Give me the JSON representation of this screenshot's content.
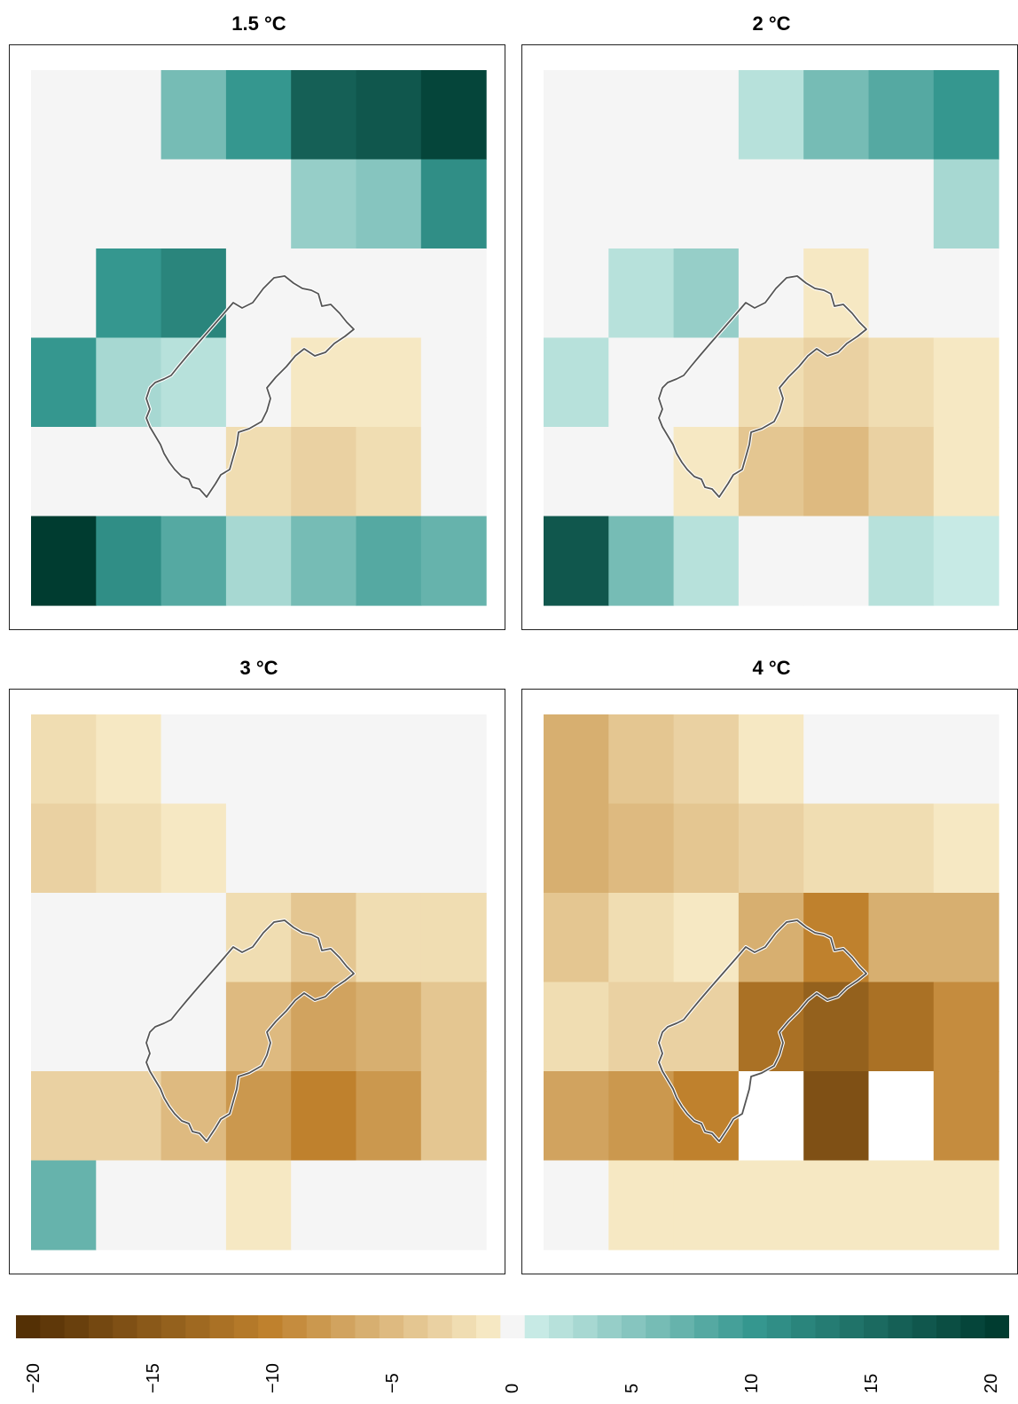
{
  "panels": [
    {
      "title": "1.5 °C",
      "grid": [
        [
          0,
          0,
          6,
          10,
          16,
          17,
          19
        ],
        [
          0,
          0,
          0,
          0,
          4,
          5,
          11
        ],
        [
          0,
          10,
          12,
          0,
          0,
          0,
          0
        ],
        [
          10,
          3,
          2,
          0,
          -1,
          -1,
          0
        ],
        [
          0,
          0,
          0,
          -2,
          -3,
          -2,
          0
        ],
        [
          20,
          11,
          8,
          3,
          6,
          8,
          7
        ]
      ]
    },
    {
      "title": "2 °C",
      "grid": [
        [
          0,
          0,
          0,
          2,
          6,
          8,
          10
        ],
        [
          0,
          0,
          0,
          0,
          0,
          0,
          3
        ],
        [
          0,
          2,
          4,
          0,
          -1,
          0,
          0
        ],
        [
          2,
          0,
          0,
          -2,
          -3,
          -2,
          -1
        ],
        [
          0,
          0,
          -1,
          -4,
          -5,
          -3,
          -1
        ],
        [
          17,
          6,
          2,
          0,
          0,
          2,
          1
        ]
      ]
    },
    {
      "title": "3 °C",
      "grid": [
        [
          -2,
          -1,
          0,
          0,
          0,
          0,
          0
        ],
        [
          -3,
          -2,
          -1,
          0,
          0,
          0,
          0
        ],
        [
          0,
          0,
          0,
          -2,
          -4,
          -2,
          -2
        ],
        [
          0,
          0,
          0,
          -5,
          -7,
          -6,
          -4
        ],
        [
          -3,
          -3,
          -5,
          -8,
          -10,
          -8,
          -4
        ],
        [
          7,
          0,
          0,
          -1,
          0,
          0,
          0
        ]
      ]
    },
    {
      "title": "4 °C",
      "grid": [
        [
          -6,
          -4,
          -3,
          -1,
          0,
          0,
          0
        ],
        [
          -6,
          -5,
          -4,
          -3,
          -2,
          -2,
          -1
        ],
        [
          -4,
          -2,
          -1,
          -6,
          -10,
          -6,
          -6
        ],
        [
          -2,
          -3,
          -3,
          -12,
          -14,
          -12,
          -9
        ],
        [
          -7,
          -8,
          -10,
          null,
          -16,
          null,
          -9
        ],
        [
          0,
          -1,
          -1,
          -1,
          -1,
          -1,
          -1
        ]
      ]
    }
  ],
  "colorbar": {
    "min": -20,
    "max": 20,
    "ticks": [
      "−20",
      "−15",
      "−10",
      "−5",
      "0",
      "5",
      "10",
      "15",
      "20"
    ]
  },
  "colors": {
    "brown_dark": "#543005",
    "brown_mid": "#bf812d",
    "tan_light": "#f6e8c3",
    "neutral": "#f5f5f5",
    "teal_light": "#c7eae5",
    "teal_mid": "#35978f",
    "teal_dark": "#003c30",
    "outline": "#555555"
  }
}
